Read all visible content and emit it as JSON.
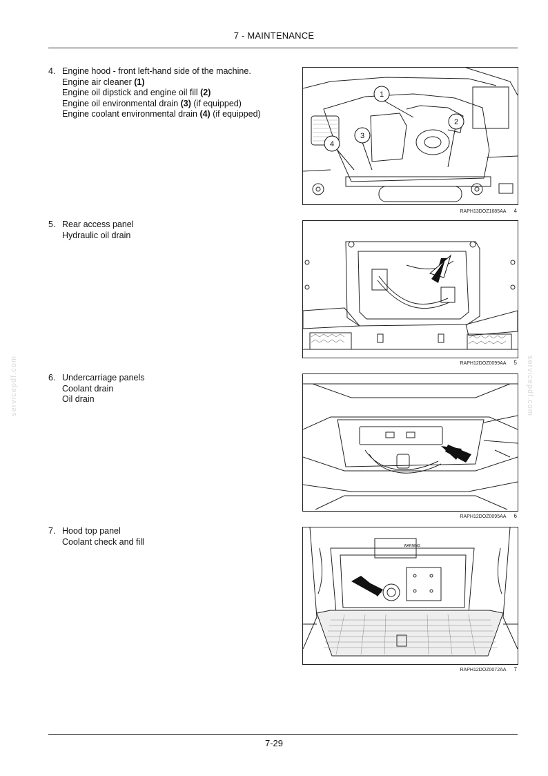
{
  "header": {
    "section_title": "7 - MAINTENANCE"
  },
  "footer": {
    "page_number": "7-29"
  },
  "watermark": {
    "text": "servicepdf.com"
  },
  "items": [
    {
      "number": "4.",
      "lines": [
        [
          {
            "t": "Engine hood - front left-hand side of the machine."
          }
        ],
        [
          {
            "t": "Engine air cleaner "
          },
          {
            "t": "(1)",
            "b": true
          }
        ],
        [
          {
            "t": "Engine oil dipstick and engine oil fill "
          },
          {
            "t": "(2)",
            "b": true
          }
        ],
        [
          {
            "t": "Engine oil environmental drain "
          },
          {
            "t": "(3)",
            "b": true
          },
          {
            "t": " (if equipped)"
          }
        ],
        [
          {
            "t": "Engine coolant environmental drain "
          },
          {
            "t": "(4)",
            "b": true
          },
          {
            "t": " (if equipped)"
          }
        ]
      ],
      "figure": {
        "code": "RAPH13DOZ1685AA",
        "number": "4",
        "callouts": [
          "1",
          "2",
          "3",
          "4"
        ]
      }
    },
    {
      "number": "5.",
      "lines": [
        [
          {
            "t": "Rear access panel"
          }
        ],
        [
          {
            "t": "Hydraulic oil drain"
          }
        ]
      ],
      "figure": {
        "code": "RAPH12DOZ0099AA",
        "number": "5"
      }
    },
    {
      "number": "6.",
      "lines": [
        [
          {
            "t": "Undercarriage panels"
          }
        ],
        [
          {
            "t": "Coolant drain"
          }
        ],
        [
          {
            "t": "Oil drain"
          }
        ]
      ],
      "figure": {
        "code": "RAPH12DOZ0095AA",
        "number": "6"
      }
    },
    {
      "number": "7.",
      "lines": [
        [
          {
            "t": "Hood top panel"
          }
        ],
        [
          {
            "t": "Coolant check and fill"
          }
        ]
      ],
      "figure": {
        "code": "RAPH12DOZ0072AA",
        "number": "7",
        "label_text": "WARNING"
      }
    }
  ]
}
